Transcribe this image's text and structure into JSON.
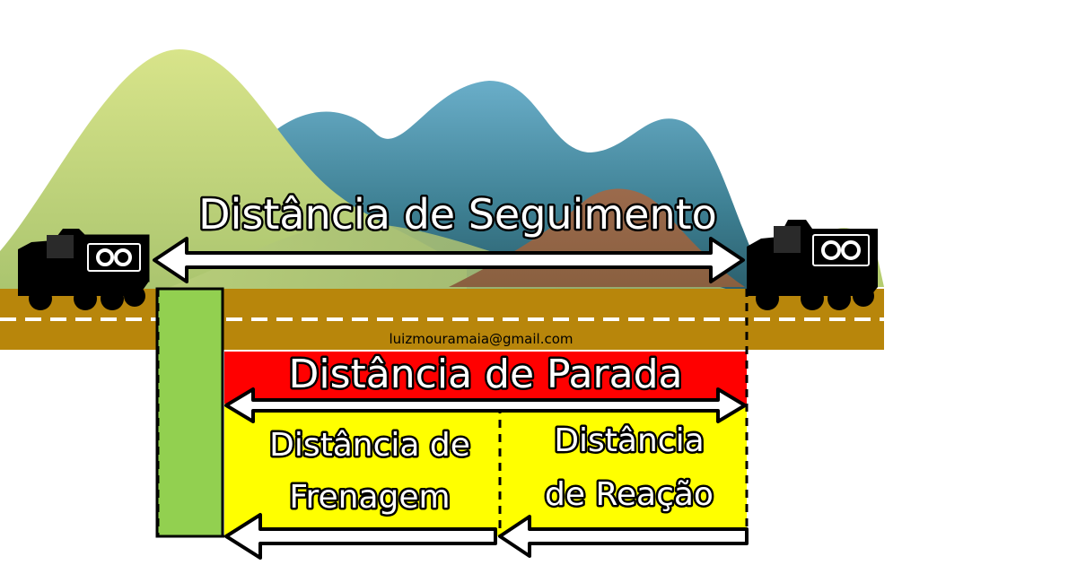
{
  "labels": {
    "following_distance": "Distância de Seguimento",
    "stopping_distance": "Distância de Parada",
    "braking_distance_line1": "Distância de",
    "braking_distance_line2": "Frenagem",
    "reaction_distance_line1": "Distância",
    "reaction_distance_line2": "de Reação"
  },
  "watermark": "luizmouramaia@gmail.com",
  "truck_logo_icon": "go-logo-icon",
  "colors": {
    "road": "#b8860b",
    "stopping_band": "#ff0000",
    "zone_fill": "#ffff00",
    "margin_band": "#92d050",
    "label_fill": "#ffffff",
    "label_outline": "#000000"
  }
}
